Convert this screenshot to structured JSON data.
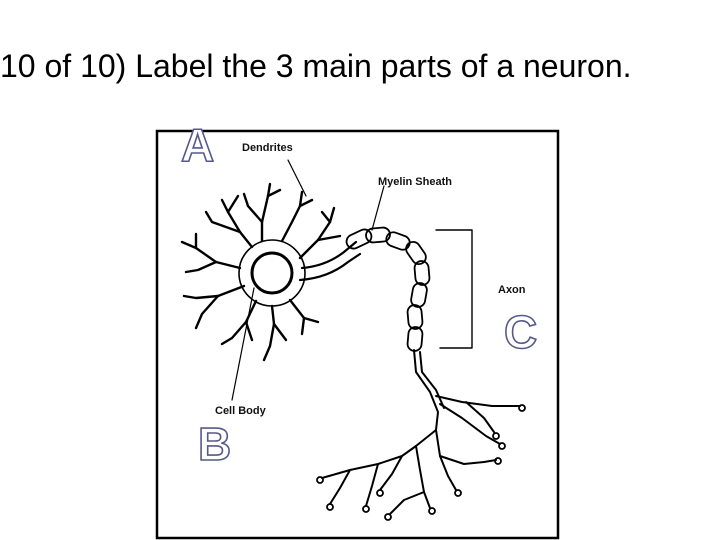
{
  "question": "10 of 10) Label the 3 main parts of a neuron.",
  "labels": {
    "dendrites": "Dendrites",
    "myelin_sheath": "Myelin Sheath",
    "axon": "Axon",
    "cell_body": "Cell Body"
  },
  "answer_letters": {
    "a": "A",
    "b": "B",
    "c": "C"
  }
}
